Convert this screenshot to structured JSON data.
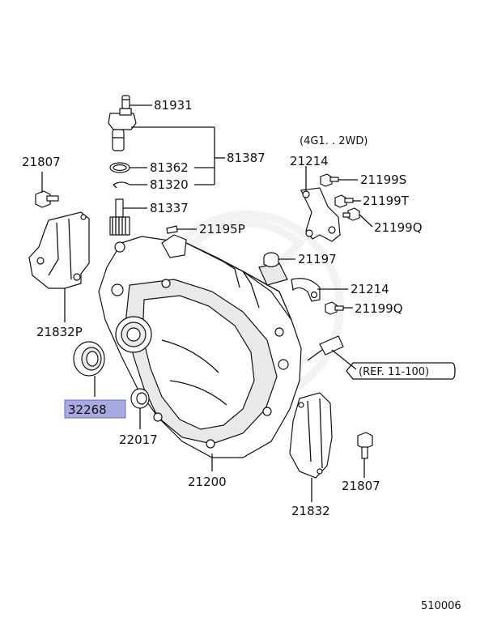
{
  "labels": {
    "p81931": "81931",
    "p81387": "81387",
    "p81362": "81362",
    "p81320": "81320",
    "p81337": "81337",
    "p21195P": "21195P",
    "p21807a": "21807",
    "p21832P": "21832P",
    "p32268": "32268",
    "p22017": "22017",
    "p21200": "21200",
    "p21197": "21197",
    "p21214a": "21214",
    "p21199S": "21199S",
    "p21199T": "21199T",
    "p21199Q": "21199Q",
    "p21214b": "21214",
    "p21199Qb": "21199Q",
    "p21807b": "21807",
    "p21832": "21832",
    "note_4g1": "(4G1. . 2WD)",
    "ref": "(REF. 11-100)",
    "diagram_no": "510006"
  },
  "highlight_color": "#a9a9e2"
}
